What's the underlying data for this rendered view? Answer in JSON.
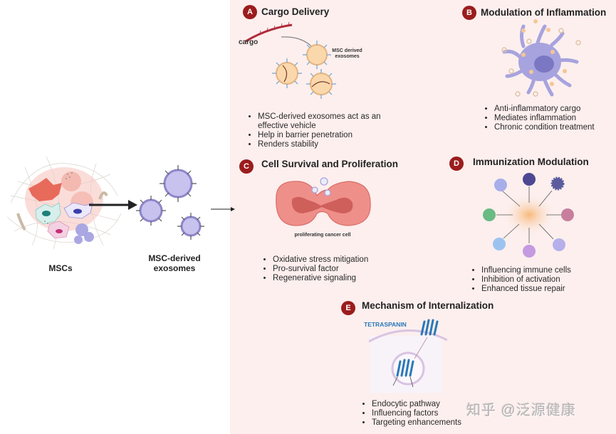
{
  "left": {
    "msc_label": "MSCs",
    "exosome_label_line1": "MSC-derived",
    "exosome_label_line2": "exosomes"
  },
  "panels": [
    {
      "badge": "A",
      "title": "Cargo Delivery",
      "illustration_labels": {
        "cargo": "cargo",
        "exosomes_line1": "MSC derived",
        "exosomes_line2": "exosomes"
      },
      "bullets": [
        "MSC-derived exosomes act as an effective vehicle",
        "Help in barrier penetration",
        "Renders stability"
      ]
    },
    {
      "badge": "B",
      "title": "Modulation of Inflammation",
      "bullets": [
        "Anti-inflammatory cargo",
        "Mediates inflammation",
        "Chronic condition treatment"
      ]
    },
    {
      "badge": "C",
      "title": "Cell Survival and Proliferation",
      "illustration_labels": {
        "cell": "proliferating cancer cell"
      },
      "bullets": [
        "Oxidative stress mitigation",
        "Pro-survival factor",
        "Regenerative signaling"
      ]
    },
    {
      "badge": "D",
      "title": "Immunization Modulation",
      "bullets": [
        "Influencing immune cells",
        "Inhibition of activation",
        "Enhanced tissue repair"
      ]
    },
    {
      "badge": "E",
      "title": "Mechanism of Internalization",
      "illustration_labels": {
        "protein": "TETRASPANIN"
      },
      "bullets": [
        "Endocytic pathway",
        "Influencing factors",
        "Targeting enhancements"
      ]
    }
  ],
  "watermark": "知乎 @泛源健康",
  "colors": {
    "badge": "#9b1c1c",
    "panel_bg": "#fcefee",
    "exosome_purple": "#b8b4e6",
    "cancer_cell": "#ec8f8a",
    "tetraspanin": "#2a78b8"
  }
}
